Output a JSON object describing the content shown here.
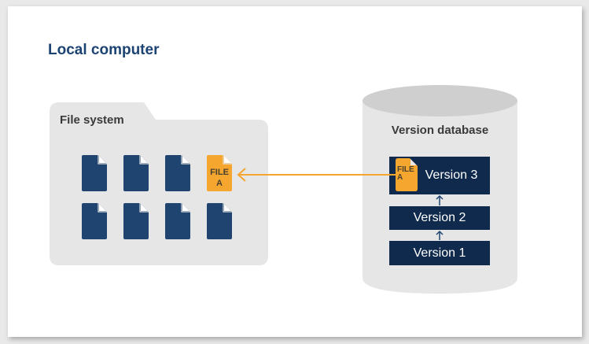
{
  "title": "Local computer",
  "file_system": {
    "label": "File system",
    "highlighted_file": {
      "line1": "FILE",
      "line2": "A"
    },
    "file_count": 8
  },
  "version_database": {
    "label": "Version database",
    "versions": [
      {
        "label": "Version 3",
        "file_line1": "FILE",
        "file_line2": "A"
      },
      {
        "label": "Version 2"
      },
      {
        "label": "Version 1"
      }
    ]
  },
  "colors": {
    "title": "#1d4373",
    "file_dark": "#1f4470",
    "file_highlight": "#f5a62e",
    "version_box": "#0f2a4d",
    "container_gray": "#e6e6e6",
    "arrow": "#f5a62e"
  }
}
